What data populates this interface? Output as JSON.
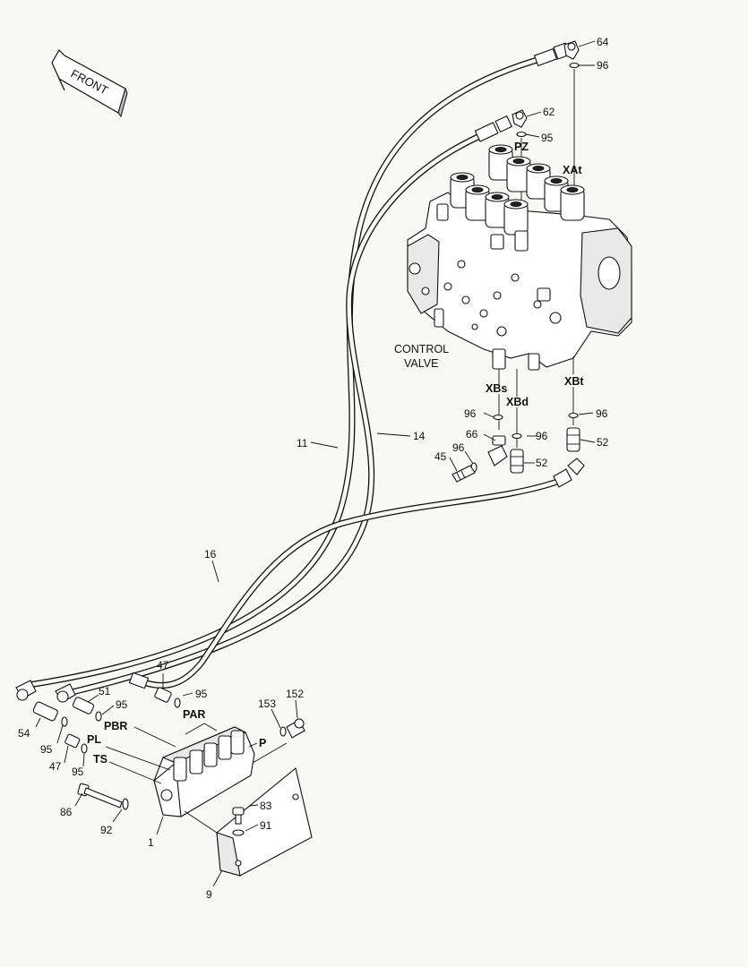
{
  "front_arrow": {
    "label": "FRONT"
  },
  "control_valve": {
    "label_line1": "CONTROL",
    "label_line2": "VALVE"
  },
  "ports": {
    "pz": "PZ",
    "xat": "XAt",
    "xbs": "XBs",
    "xbd": "XBd",
    "xbt": "XBt",
    "pbr": "PBR",
    "par": "PAR",
    "pl": "PL",
    "ts": "TS",
    "p": "P"
  },
  "callouts": {
    "c64": "64",
    "c96_top": "96",
    "c62": "62",
    "c95_top": "95",
    "c96_xbs": "96",
    "c96_xbd": "96",
    "c96_xbt": "96",
    "c66": "66",
    "c96_mid": "96",
    "c45": "45",
    "c52_mid": "52",
    "c52_right": "52",
    "c11": "11",
    "c14": "14",
    "c16": "16",
    "c47_top": "47",
    "c95_par": "95",
    "c51": "51",
    "c95_pbr": "95",
    "c54": "54",
    "c95_pl": "95",
    "c47_pl": "47",
    "c95_ts": "95",
    "c153": "153",
    "c152": "152",
    "c86": "86",
    "c92": "92",
    "c1": "1",
    "c83": "83",
    "c91": "91",
    "c9": "9"
  }
}
